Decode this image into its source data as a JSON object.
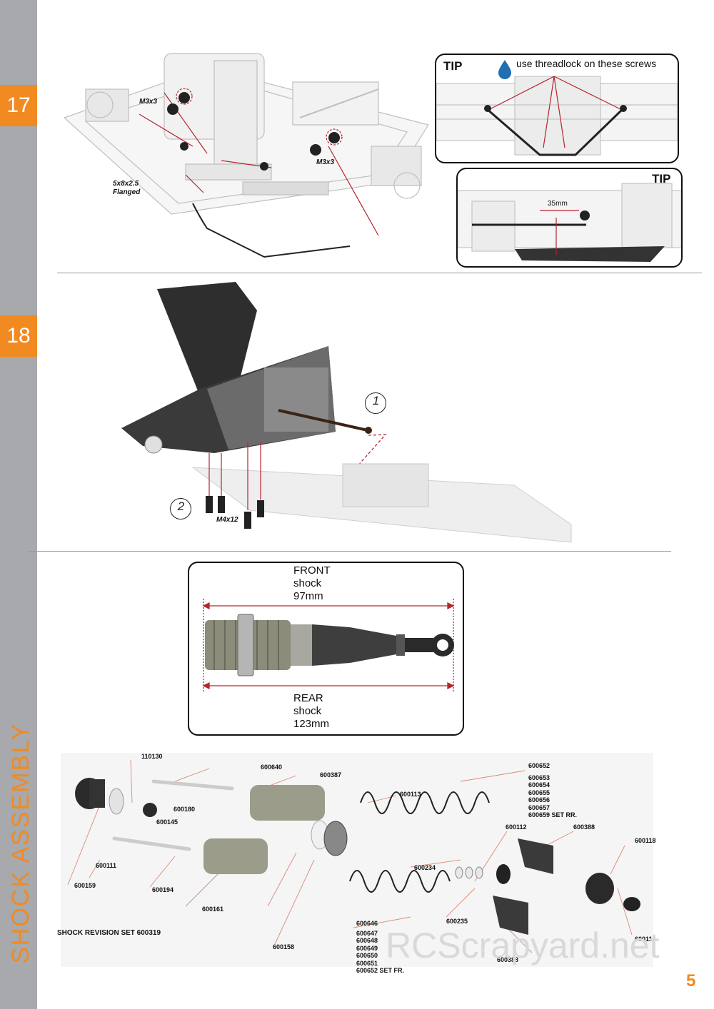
{
  "sidebar": {
    "step_17": "17",
    "step_18": "18",
    "section_title": "SHOCK ASSEMBLY"
  },
  "step17": {
    "screw_label_a": "M3x3",
    "screw_label_b": "M3x3",
    "bearing_label_line1": "5x8x2.5",
    "bearing_label_line2": "Flanged",
    "tip1": {
      "label": "TIP",
      "note": "use threadlock on these screws"
    },
    "tip2": {
      "label": "TIP",
      "dimension": "35mm"
    }
  },
  "step18": {
    "callout_1": "1",
    "callout_2": "2",
    "screw_label": "M4x12"
  },
  "shock_lengths": {
    "front": [
      "FRONT",
      "shock",
      "97mm"
    ],
    "rear": [
      "REAR",
      "shock",
      "123mm"
    ]
  },
  "exploded_view": {
    "parts": {
      "p110130": "110130",
      "p600640": "600640",
      "p600387": "600387",
      "p600113": "600113",
      "p600180": "600180",
      "p600145": "600145",
      "p600111": "600111",
      "p600159": "600159",
      "p600194": "600194",
      "p600161": "600161",
      "p600234": "600234",
      "p600112": "600112",
      "p600388a": "600388",
      "p600118a": "600118",
      "p600235": "600235",
      "p600158": "600158",
      "p600118b": "600118",
      "p600388b": "600388"
    },
    "spring_set_rear": [
      "600652",
      "600653",
      "600654",
      "600655",
      "600656",
      "600657",
      "600659 SET RR."
    ],
    "spring_set_front": [
      "600646",
      "600647",
      "600648",
      "600649",
      "600650",
      "600651",
      "600652 SET FR."
    ],
    "revision_set": "SHOCK REVISION SET 600319"
  },
  "watermark": "RCScrapyard.net",
  "page_number": "5",
  "colors": {
    "accent": "#f18a21",
    "sidebar": "#a7a9ac",
    "leader_red": "#b3262e"
  }
}
